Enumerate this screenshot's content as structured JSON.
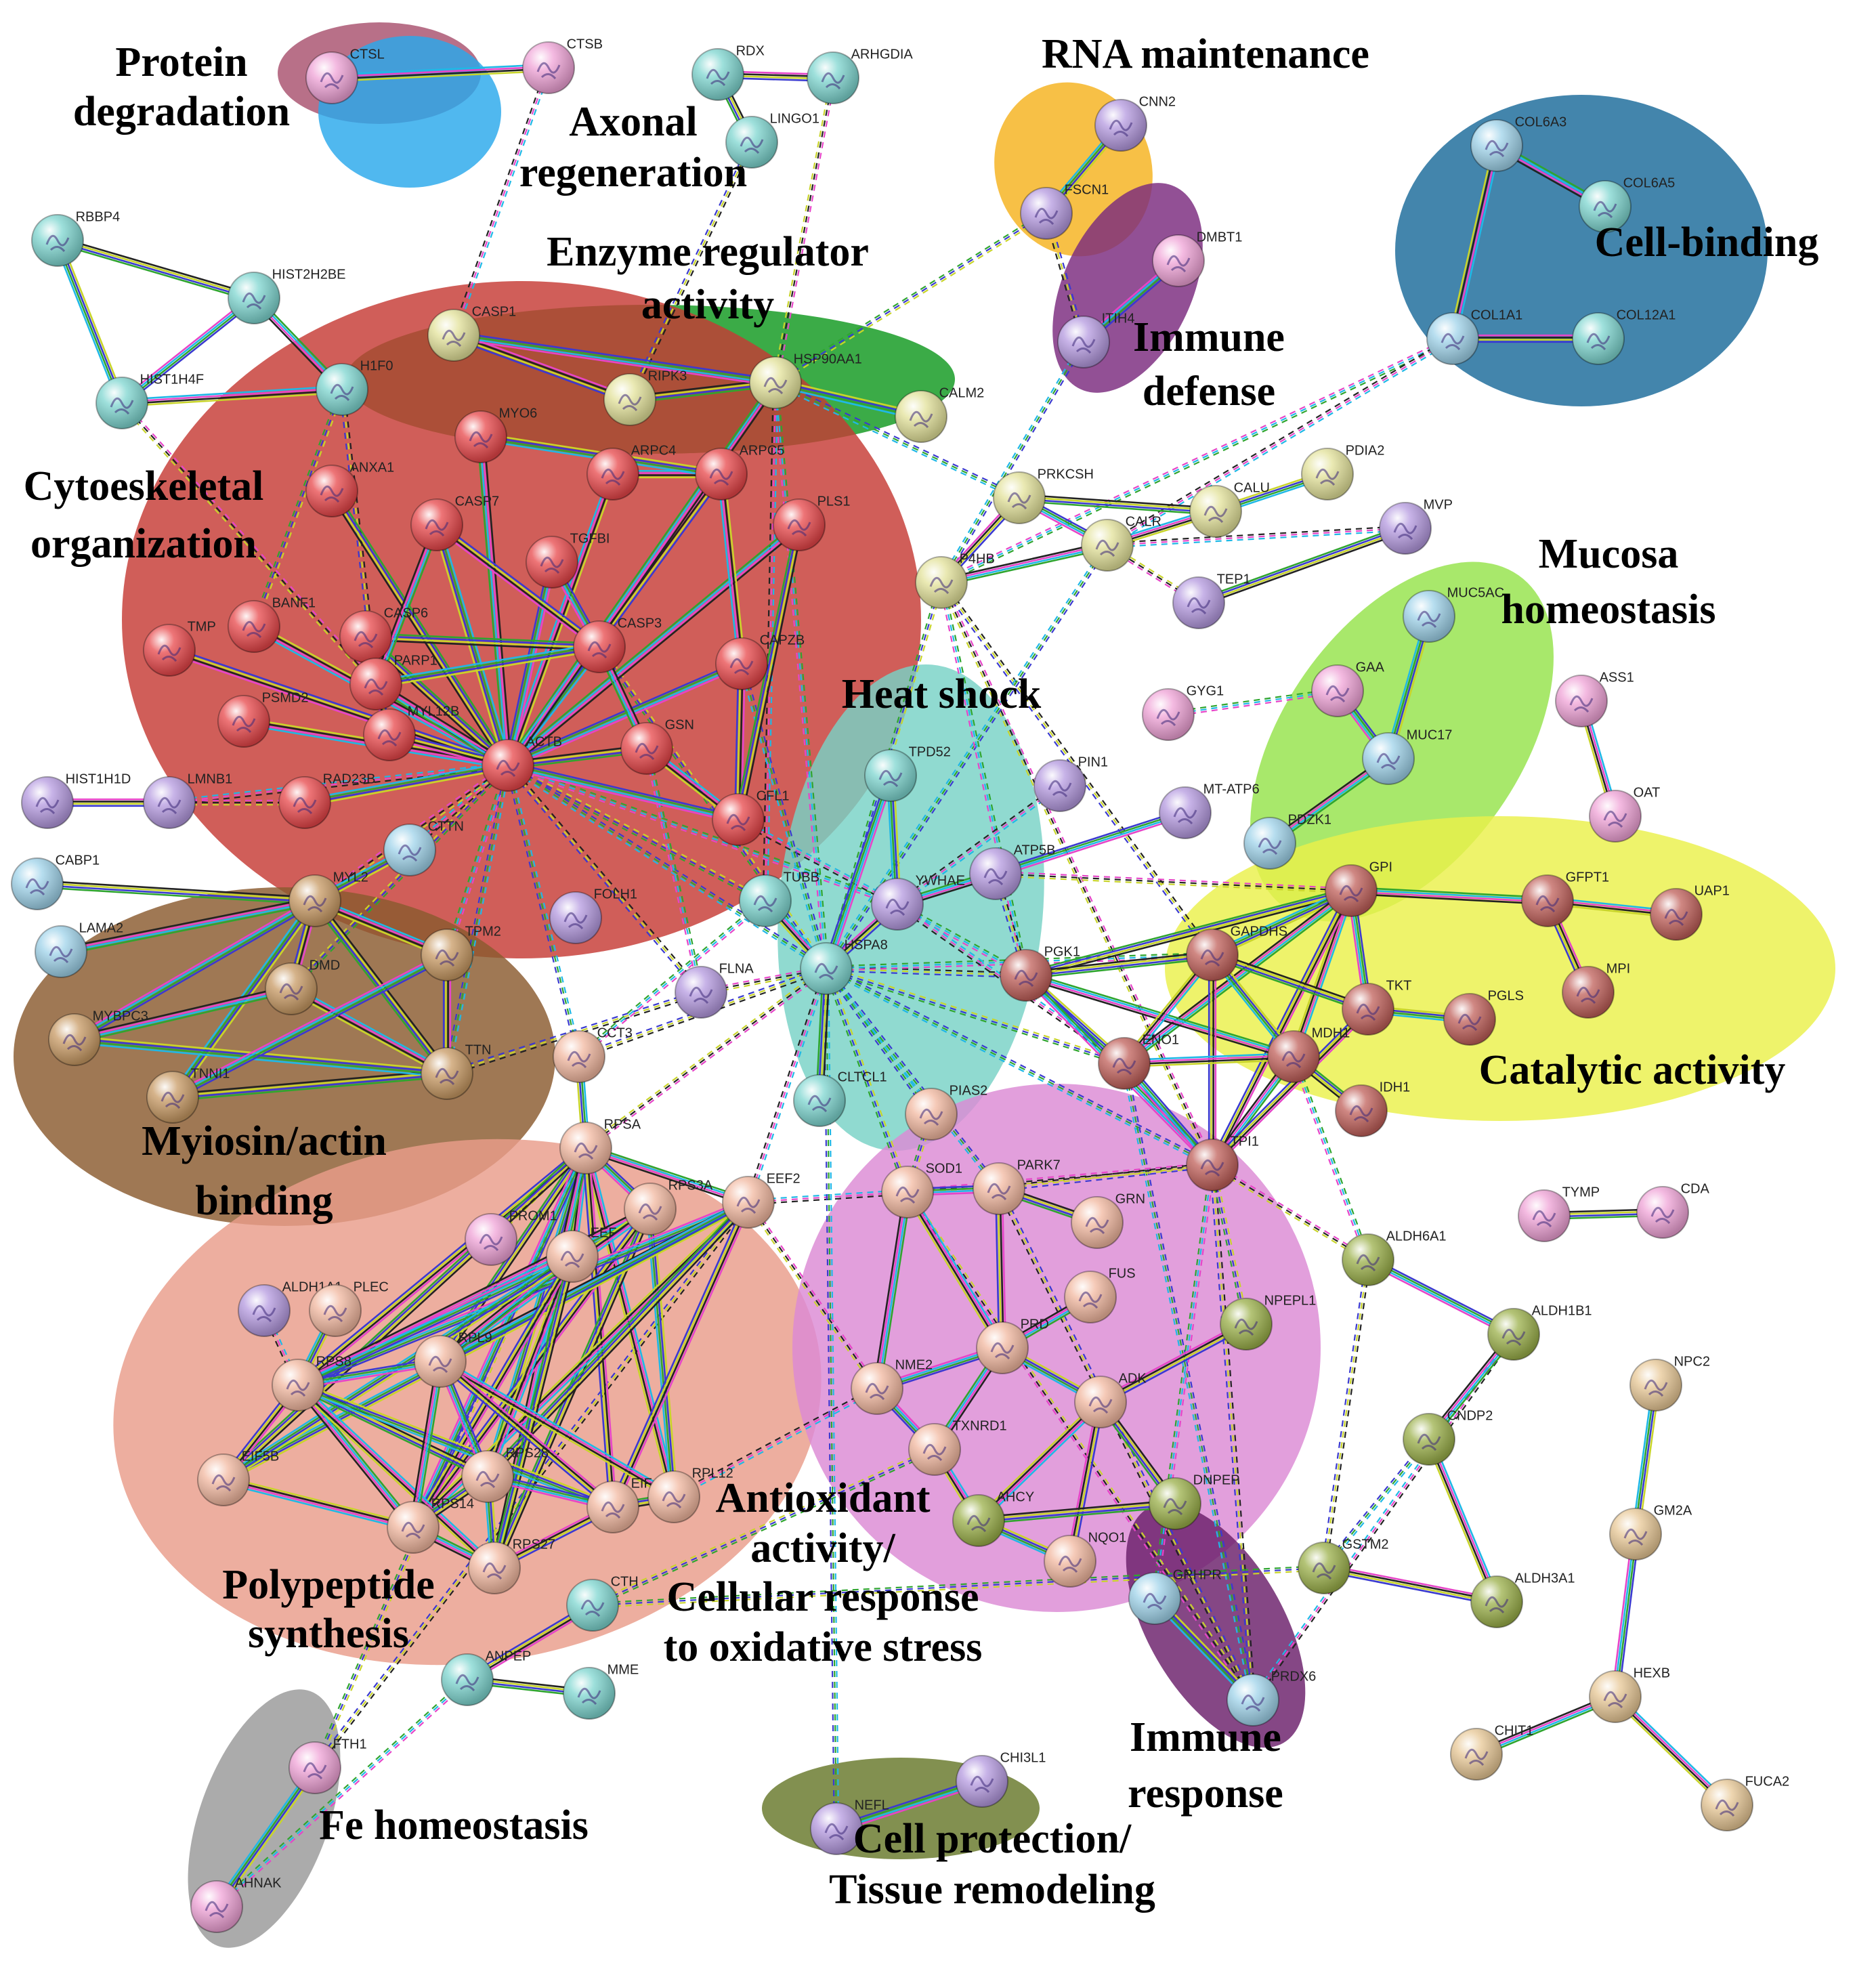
{
  "colors": {
    "red": "#e8474a",
    "salmon": "#f2b8a0",
    "teal": "#7ed6d0",
    "purple": "#b59ae0",
    "brown": "#c89a64",
    "olive": "#9bb04a",
    "yellow": "#e3e29a",
    "lightblue": "#9fd3ea",
    "pink": "#f0a3d7",
    "darkred": "#c0605a",
    "tan": "#e8c896"
  },
  "clusters": [
    {
      "label": "Protein\ndegradation",
      "color": "#a8506e"
    },
    {
      "label": "Axonal\nregeneration",
      "color": "#2aa8ec"
    },
    {
      "label": "RNA maintenance",
      "color": "#f5b21d"
    },
    {
      "label": "Cell-binding",
      "color": "#1a6a9a"
    },
    {
      "label": "Enzyme regulator\nactivity",
      "color": "#10981e"
    },
    {
      "label": "Immune\ndefense",
      "color": "#7a2a7e"
    },
    {
      "label": "Cytoeskeletal\norganization",
      "color": "#c63a34"
    },
    {
      "label": "Mucosa\nhomeostasis",
      "color": "#95e34a"
    },
    {
      "label": "Heat shock",
      "color": "#78d2c6"
    },
    {
      "label": "Catalytic activity",
      "color": "#eaf04a"
    },
    {
      "label": "Myiosin/actin\nbinding",
      "color": "#8a5a2e"
    },
    {
      "label": "Polypeptide\nsynthesis",
      "color": "#e99c8a"
    },
    {
      "label": "Antioxidant\nactivity/\nCellular response\nto oxidative stress",
      "color": "#dc8ad4"
    },
    {
      "label": "Immune\nresponse",
      "color": "#6a1e6a"
    },
    {
      "label": "Fe  homeostasis",
      "color": "#999999"
    },
    {
      "label": "Cell protection/\nTissue remodeling",
      "color": "#66772a"
    }
  ],
  "nodes": [
    {
      "id": "CTSL",
      "c": "pink"
    },
    {
      "id": "CTSB",
      "c": "pink"
    },
    {
      "id": "RDX",
      "c": "teal"
    },
    {
      "id": "ARHGDIA",
      "c": "teal"
    },
    {
      "id": "LINGO1",
      "c": "teal"
    },
    {
      "id": "CNN2",
      "c": "purple"
    },
    {
      "id": "FSCN1",
      "c": "purple"
    },
    {
      "id": "DMBT1",
      "c": "pink"
    },
    {
      "id": "ITIH4",
      "c": "purple"
    },
    {
      "id": "COL6A3",
      "c": "lightblue"
    },
    {
      "id": "COL6A5",
      "c": "teal"
    },
    {
      "id": "COL1A1",
      "c": "lightblue"
    },
    {
      "id": "COL12A1",
      "c": "teal"
    },
    {
      "id": "RBBP4",
      "c": "teal"
    },
    {
      "id": "HIST2H2BE",
      "c": "teal"
    },
    {
      "id": "HIST1H4F",
      "c": "teal"
    },
    {
      "id": "H1F0",
      "c": "teal"
    },
    {
      "id": "CASP1",
      "c": "yellow"
    },
    {
      "id": "RIPK3",
      "c": "yellow"
    },
    {
      "id": "HSP90AA1",
      "c": "yellow"
    },
    {
      "id": "CALM2",
      "c": "yellow"
    },
    {
      "id": "MYO6",
      "c": "red"
    },
    {
      "id": "ARPC4",
      "c": "red"
    },
    {
      "id": "ARPC5",
      "c": "red"
    },
    {
      "id": "ANXA1",
      "c": "red"
    },
    {
      "id": "CASP7",
      "c": "red"
    },
    {
      "id": "TGFBI",
      "c": "red"
    },
    {
      "id": "PLS1",
      "c": "red"
    },
    {
      "id": "BANF1",
      "c": "red"
    },
    {
      "id": "TMP",
      "c": "red"
    },
    {
      "id": "CASP6",
      "c": "red"
    },
    {
      "id": "CASP3",
      "c": "red"
    },
    {
      "id": "CAPZB",
      "c": "red"
    },
    {
      "id": "PARP1",
      "c": "red"
    },
    {
      "id": "PSMD2",
      "c": "red"
    },
    {
      "id": "MYL12B",
      "c": "red"
    },
    {
      "id": "GSN",
      "c": "red"
    },
    {
      "id": "ACTB",
      "c": "red"
    },
    {
      "id": "RAD23B",
      "c": "red"
    },
    {
      "id": "CFL1",
      "c": "red"
    },
    {
      "id": "PRKCSH",
      "c": "yellow"
    },
    {
      "id": "CALU",
      "c": "yellow"
    },
    {
      "id": "PDIA2",
      "c": "yellow"
    },
    {
      "id": "CALR",
      "c": "yellow"
    },
    {
      "id": "P4HB",
      "c": "yellow"
    },
    {
      "id": "MVP",
      "c": "purple"
    },
    {
      "id": "TEP1",
      "c": "purple"
    },
    {
      "id": "MUC5AC",
      "c": "lightblue"
    },
    {
      "id": "GAA",
      "c": "pink"
    },
    {
      "id": "MUC17",
      "c": "lightblue"
    },
    {
      "id": "PDZK1",
      "c": "lightblue"
    },
    {
      "id": "GYG1",
      "c": "pink"
    },
    {
      "id": "ASS1",
      "c": "pink"
    },
    {
      "id": "OAT",
      "c": "pink"
    },
    {
      "id": "HIST1H1D",
      "c": "purple"
    },
    {
      "id": "LMNB1",
      "c": "purple"
    },
    {
      "id": "CABP1",
      "c": "lightblue"
    },
    {
      "id": "CTTN",
      "c": "lightblue"
    },
    {
      "id": "TPD52",
      "c": "teal"
    },
    {
      "id": "PIN1",
      "c": "purple"
    },
    {
      "id": "MT-ATP6",
      "c": "purple"
    },
    {
      "id": "MYL2",
      "c": "brown"
    },
    {
      "id": "LAMA2",
      "c": "lightblue"
    },
    {
      "id": "TPM2",
      "c": "brown"
    },
    {
      "id": "DMD",
      "c": "brown"
    },
    {
      "id": "MYBPC3",
      "c": "brown"
    },
    {
      "id": "TTN",
      "c": "brown"
    },
    {
      "id": "TNNI1",
      "c": "brown"
    },
    {
      "id": "FOLH1",
      "c": "purple"
    },
    {
      "id": "TUBB",
      "c": "teal"
    },
    {
      "id": "HSPA8",
      "c": "teal"
    },
    {
      "id": "YWHAE",
      "c": "purple"
    },
    {
      "id": "ATP5B",
      "c": "purple"
    },
    {
      "id": "FLNA",
      "c": "purple"
    },
    {
      "id": "CLTCL1",
      "c": "teal"
    },
    {
      "id": "GPI",
      "c": "darkred"
    },
    {
      "id": "GFPT1",
      "c": "darkred"
    },
    {
      "id": "UAP1",
      "c": "darkred"
    },
    {
      "id": "PGK1",
      "c": "darkred"
    },
    {
      "id": "GAPDHS",
      "c": "darkred"
    },
    {
      "id": "TKT",
      "c": "darkred"
    },
    {
      "id": "PGLS",
      "c": "darkred"
    },
    {
      "id": "MPI",
      "c": "darkred"
    },
    {
      "id": "ENO1",
      "c": "darkred"
    },
    {
      "id": "MDH1",
      "c": "darkred"
    },
    {
      "id": "IDH1",
      "c": "darkred"
    },
    {
      "id": "TPI1",
      "c": "darkred"
    },
    {
      "id": "CCT3",
      "c": "salmon"
    },
    {
      "id": "RPSA",
      "c": "salmon"
    },
    {
      "id": "PIAS2",
      "c": "salmon"
    },
    {
      "id": "RPS3A",
      "c": "salmon"
    },
    {
      "id": "EEF2",
      "c": "salmon"
    },
    {
      "id": "PARK7",
      "c": "salmon"
    },
    {
      "id": "SOD1",
      "c": "salmon"
    },
    {
      "id": "GRN",
      "c": "salmon"
    },
    {
      "id": "PROM1",
      "c": "pink"
    },
    {
      "id": "EEF",
      "c": "salmon"
    },
    {
      "id": "ALDH1A1",
      "c": "purple"
    },
    {
      "id": "PLEC",
      "c": "salmon"
    },
    {
      "id": "FUS",
      "c": "salmon"
    },
    {
      "id": "PRD",
      "c": "salmon"
    },
    {
      "id": "RPL9",
      "c": "salmon"
    },
    {
      "id": "RPS8",
      "c": "salmon"
    },
    {
      "id": "NME2",
      "c": "salmon"
    },
    {
      "id": "ADK",
      "c": "salmon"
    },
    {
      "id": "TXNRD1",
      "c": "salmon"
    },
    {
      "id": "EIF5B",
      "c": "salmon"
    },
    {
      "id": "RPS28",
      "c": "salmon"
    },
    {
      "id": "RPL12",
      "c": "salmon"
    },
    {
      "id": "EIF",
      "c": "salmon"
    },
    {
      "id": "RPS14",
      "c": "salmon"
    },
    {
      "id": "RPS27",
      "c": "salmon"
    },
    {
      "id": "AHCY",
      "c": "olive"
    },
    {
      "id": "NQO1",
      "c": "salmon"
    },
    {
      "id": "DNPEP",
      "c": "olive"
    },
    {
      "id": "NPEPL1",
      "c": "olive"
    },
    {
      "id": "ALDH6A1",
      "c": "olive"
    },
    {
      "id": "ALDH1B1",
      "c": "olive"
    },
    {
      "id": "CNDP2",
      "c": "olive"
    },
    {
      "id": "GSTM2",
      "c": "olive"
    },
    {
      "id": "ALDH3A1",
      "c": "olive"
    },
    {
      "id": "TYMP",
      "c": "pink"
    },
    {
      "id": "CDA",
      "c": "pink"
    },
    {
      "id": "NPC2",
      "c": "tan"
    },
    {
      "id": "GM2A",
      "c": "tan"
    },
    {
      "id": "HEXB",
      "c": "tan"
    },
    {
      "id": "CHIT1",
      "c": "tan"
    },
    {
      "id": "FUCA2",
      "c": "tan"
    },
    {
      "id": "GRHPR",
      "c": "lightblue"
    },
    {
      "id": "PRDX6",
      "c": "lightblue"
    },
    {
      "id": "CTH",
      "c": "teal"
    },
    {
      "id": "ANPEP",
      "c": "teal"
    },
    {
      "id": "MME",
      "c": "teal"
    },
    {
      "id": "FTH1",
      "c": "pink"
    },
    {
      "id": "AHNAK",
      "c": "pink"
    },
    {
      "id": "NEFL",
      "c": "purple"
    },
    {
      "id": "CHI3L1",
      "c": "purple"
    }
  ]
}
